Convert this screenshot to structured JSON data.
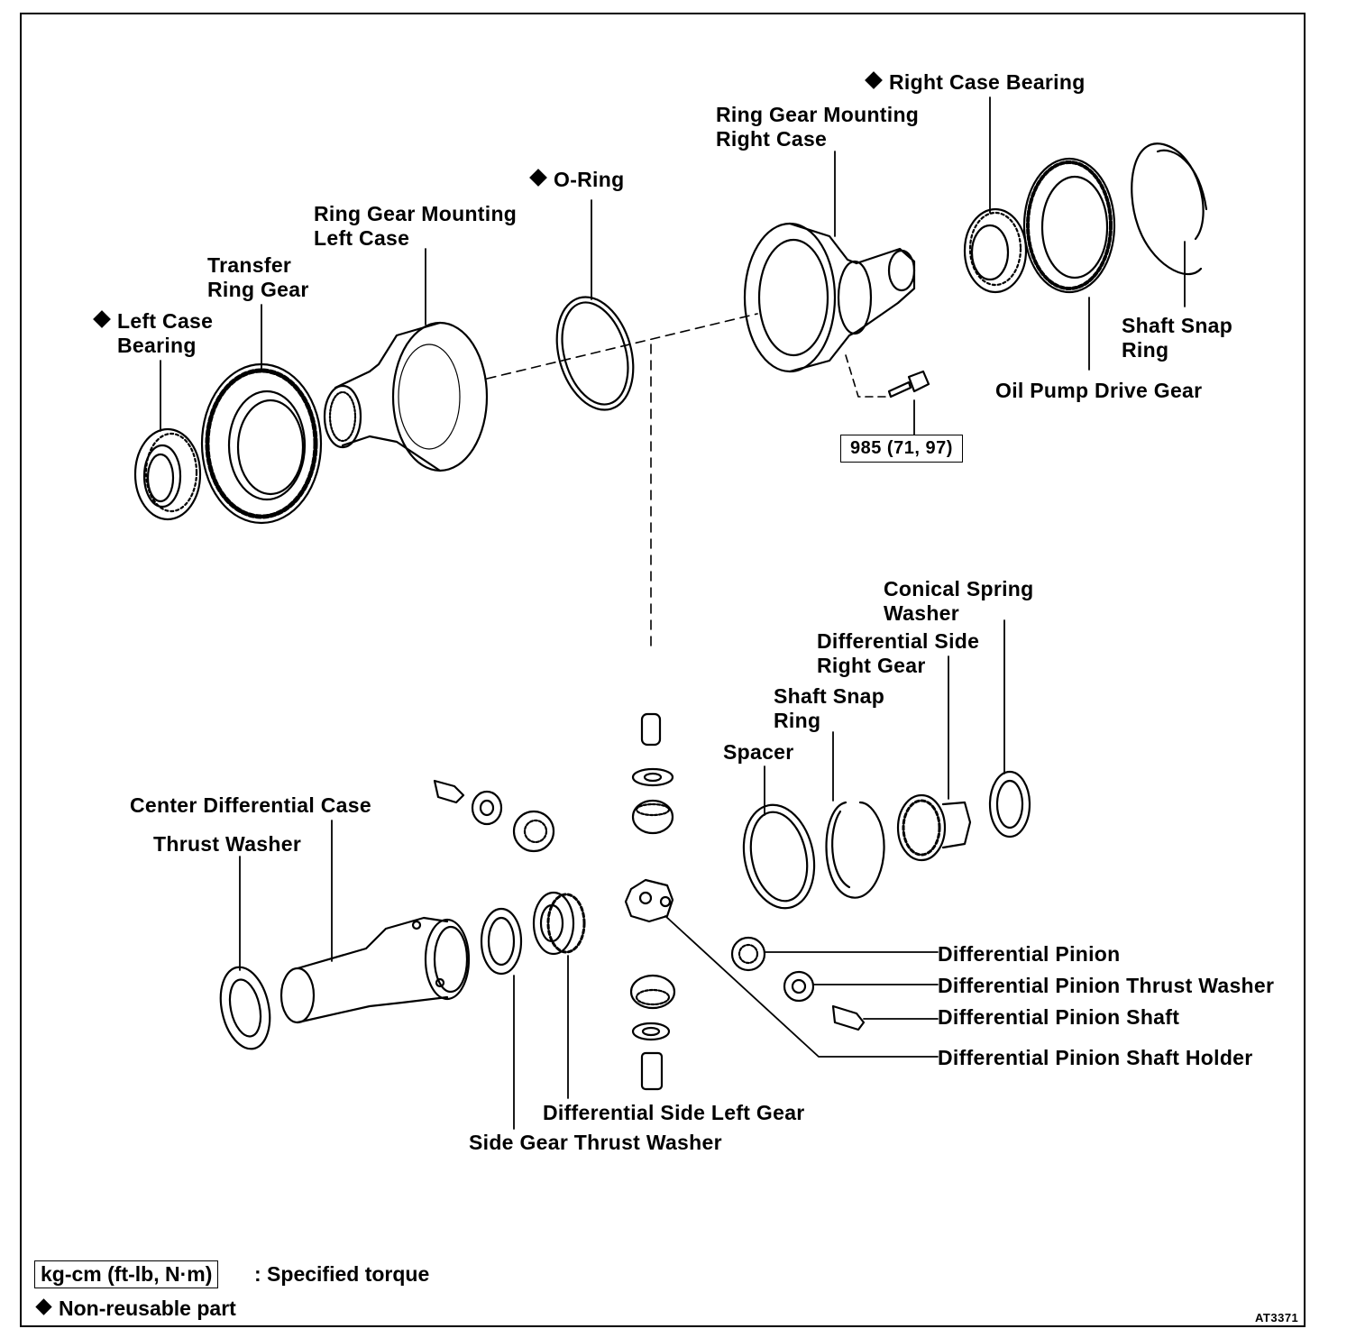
{
  "figure_code": "AT3371",
  "labels": {
    "right_case_bearing": "Right Case Bearing",
    "ring_gear_mounting_right_case_1": "Ring Gear Mounting",
    "ring_gear_mounting_right_case_2": "Right Case",
    "o_ring": "O-Ring",
    "ring_gear_mounting_left_case_1": "Ring Gear Mounting",
    "ring_gear_mounting_left_case_2": "Left Case",
    "transfer_ring_gear_1": "Transfer",
    "transfer_ring_gear_2": "Ring Gear",
    "left_case_bearing_1": "Left Case",
    "left_case_bearing_2": "Bearing",
    "shaft_snap_ring_top_1": "Shaft Snap",
    "shaft_snap_ring_top_2": "Ring",
    "oil_pump_drive_gear": "Oil Pump Drive Gear",
    "conical_spring_washer_1": "Conical Spring",
    "conical_spring_washer_2": "Washer",
    "diff_side_right_gear_1": "Differential Side",
    "diff_side_right_gear_2": "Right Gear",
    "shaft_snap_ring_mid_1": "Shaft Snap",
    "shaft_snap_ring_mid_2": "Ring",
    "spacer": "Spacer",
    "center_differential_case": "Center Differential Case",
    "thrust_washer": "Thrust Washer",
    "differential_pinion": "Differential Pinion",
    "differential_pinion_thrust_washer": "Differential Pinion Thrust Washer",
    "differential_pinion_shaft": "Differential Pinion Shaft",
    "differential_pinion_shaft_holder": "Differential Pinion Shaft Holder",
    "differential_side_left_gear": "Differential Side Left Gear",
    "side_gear_thrust_washer": "Side Gear Thrust Washer"
  },
  "torque": {
    "value": "985 (71, 97)"
  },
  "legend": {
    "torque_unit": "kg-cm (ft-lb, N·m)",
    "torque_desc": ": Specified torque",
    "non_reusable": "Non-reusable part"
  }
}
